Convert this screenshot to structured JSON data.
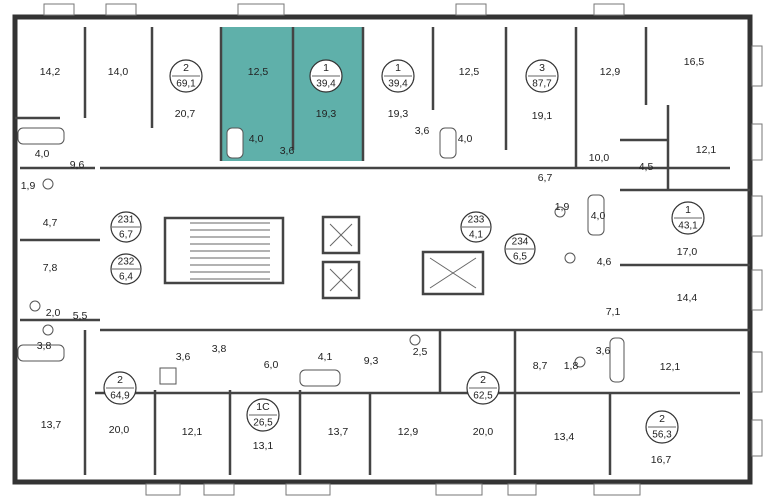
{
  "colors": {
    "highlight": "#5fb0aa",
    "wall": "#333333",
    "text": "#222222",
    "background": "#ffffff"
  },
  "rooms": [
    {
      "id": "r-top-1",
      "label": "14,2"
    },
    {
      "id": "r-top-2",
      "label": "14,0"
    },
    {
      "id": "r-top-3",
      "label": "20,7"
    },
    {
      "id": "r-hl-1",
      "label": "12,5"
    },
    {
      "id": "r-hl-2",
      "label": "19,3"
    },
    {
      "id": "r-hl-3",
      "label": "4,0"
    },
    {
      "id": "r-hl-4",
      "label": "3,6"
    },
    {
      "id": "r-top-4",
      "label": "19,3"
    },
    {
      "id": "r-top-5",
      "label": "12,5"
    },
    {
      "id": "r-top-6",
      "label": "3,6"
    },
    {
      "id": "r-top-7",
      "label": "4,0"
    },
    {
      "id": "r-top-8",
      "label": "19,1"
    },
    {
      "id": "r-top-9",
      "label": "12,9"
    },
    {
      "id": "r-top-10",
      "label": "16,5"
    },
    {
      "id": "r-top-11",
      "label": "10,0"
    },
    {
      "id": "r-top-12",
      "label": "12,1"
    },
    {
      "id": "r-top-13",
      "label": "4,5"
    },
    {
      "id": "r-top-14",
      "label": "6,7"
    },
    {
      "id": "r-left-1",
      "label": "4,0"
    },
    {
      "id": "r-left-2",
      "label": "9,6"
    },
    {
      "id": "r-left-3",
      "label": "1,9"
    },
    {
      "id": "r-left-4",
      "label": "4,7"
    },
    {
      "id": "r-left-5",
      "label": "7,8"
    },
    {
      "id": "r-left-6",
      "label": "2,0"
    },
    {
      "id": "r-left-7",
      "label": "5,5"
    },
    {
      "id": "r-left-8",
      "label": "3,8"
    },
    {
      "id": "r-right-1",
      "label": "1,9"
    },
    {
      "id": "r-right-2",
      "label": "4,0"
    },
    {
      "id": "r-right-3",
      "label": "17,0"
    },
    {
      "id": "r-right-4",
      "label": "4,6"
    },
    {
      "id": "r-right-5",
      "label": "14,4"
    },
    {
      "id": "r-right-6",
      "label": "7,1"
    },
    {
      "id": "r-bot-1",
      "label": "3,6"
    },
    {
      "id": "r-bot-2",
      "label": "3,8"
    },
    {
      "id": "r-bot-3",
      "label": "6,0"
    },
    {
      "id": "r-bot-4",
      "label": "4,1"
    },
    {
      "id": "r-bot-5",
      "label": "9,3"
    },
    {
      "id": "r-bot-6",
      "label": "2,5"
    },
    {
      "id": "r-bot-7",
      "label": "8,7"
    },
    {
      "id": "r-bot-8",
      "label": "1,8"
    },
    {
      "id": "r-bot-9",
      "label": "3,6"
    },
    {
      "id": "r-bot-10",
      "label": "12,1"
    },
    {
      "id": "r-bot-11",
      "label": "13,7"
    },
    {
      "id": "r-bot-12",
      "label": "20,0"
    },
    {
      "id": "r-bot-13",
      "label": "12,1"
    },
    {
      "id": "r-bot-14",
      "label": "13,1"
    },
    {
      "id": "r-bot-15",
      "label": "13,7"
    },
    {
      "id": "r-bot-16",
      "label": "12,9"
    },
    {
      "id": "r-bot-17",
      "label": "20,0"
    },
    {
      "id": "r-bot-18",
      "label": "13,4"
    },
    {
      "id": "r-bot-19",
      "label": "16,7"
    }
  ],
  "apartments": [
    {
      "id": "apt-2-691",
      "rooms": "2",
      "area": "69,1"
    },
    {
      "id": "apt-1-394",
      "rooms": "1",
      "area": "39,4"
    },
    {
      "id": "apt-1-394b",
      "rooms": "1",
      "area": "39,4"
    },
    {
      "id": "apt-3-877",
      "rooms": "3",
      "area": "87,7"
    },
    {
      "id": "apt-1-431",
      "rooms": "1",
      "area": "43,1"
    },
    {
      "id": "apt-2-649",
      "rooms": "2",
      "area": "64,9"
    },
    {
      "id": "apt-1c-265",
      "rooms": "1С",
      "area": "26,5"
    },
    {
      "id": "apt-2-625",
      "rooms": "2",
      "area": "62,5"
    },
    {
      "id": "apt-2-563",
      "rooms": "2",
      "area": "56,3"
    }
  ],
  "storage_units": [
    {
      "id": "st-231",
      "number": "231",
      "area": "6,7"
    },
    {
      "id": "st-232",
      "number": "232",
      "area": "6,4"
    },
    {
      "id": "st-233",
      "number": "233",
      "area": "4,1"
    },
    {
      "id": "st-234",
      "number": "234",
      "area": "6,5"
    }
  ]
}
